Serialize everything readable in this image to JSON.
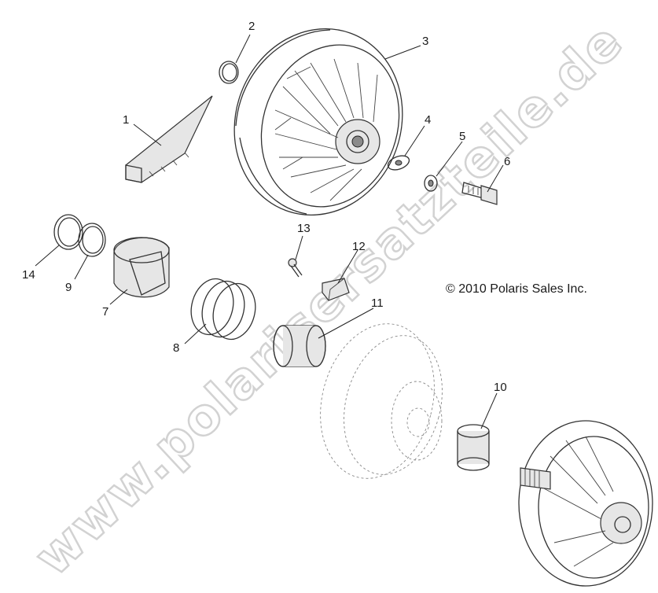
{
  "watermark": "www.polarisersatzteile.de",
  "copyright": "© 2010 Polaris Sales Inc.",
  "callouts": [
    "1",
    "2",
    "3",
    "4",
    "5",
    "6",
    "7",
    "8",
    "9",
    "10",
    "11",
    "12",
    "13",
    "14"
  ],
  "parts": {
    "p1": "shoe / wedge weight",
    "p2": "retaining ring",
    "p3": "secondary clutch sheave",
    "p4": "washer",
    "p5": "washer small",
    "p6": "bolt",
    "p7": "cam / ramp",
    "p8": "spring",
    "p9": "ring",
    "p10": "bushing",
    "p11": "bushing large",
    "p12": "button",
    "p13": "pin",
    "p14": "snap ring"
  },
  "colors": {
    "line": "#333333",
    "watermark": "#d2d2d2",
    "text": "#1a1a1a"
  }
}
